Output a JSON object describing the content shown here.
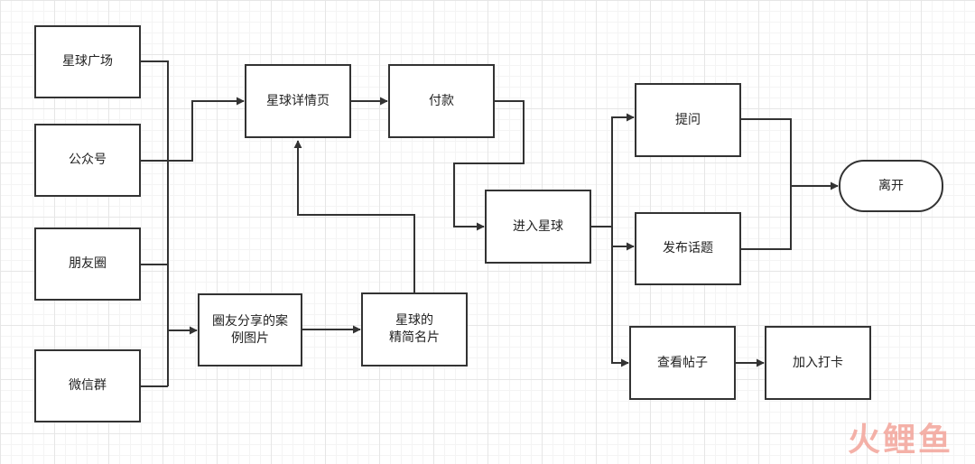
{
  "nodes": {
    "xingqiu_guangchang": "星球广场",
    "gongzhonghao": "公众号",
    "pengyouquan": "朋友圈",
    "weixinqun": "微信群",
    "xingqiu_xiangqing": "星球详情页",
    "fukuan": "付款",
    "quanyou_fenxiang_1": "圈友分享的案",
    "quanyou_fenxiang_2": "例图片",
    "jingjian_mingpian_1": "星球的",
    "jingjian_mingpian_2": "精简名片",
    "jinru_xingqiu": "进入星球",
    "tiwen": "提问",
    "fabu_huati": "发布话题",
    "chakan_tiezi": "查看帖子",
    "jiaru_daka": "加入打卡",
    "likai": "离开"
  },
  "watermark": "火鲤鱼",
  "colors": {
    "line": "#333333",
    "watermark": "#f3a49a"
  }
}
